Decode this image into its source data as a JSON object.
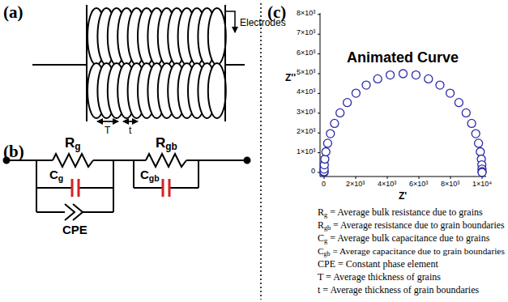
{
  "diagram": {
    "labels": [
      "(a)",
      "Electrodes",
      "T",
      "t",
      "(b)",
      "Rg",
      "Cg",
      "CPE",
      "Rgb",
      "Cgb",
      "(c)",
      "Animated Curve",
      "Z''",
      "8×10³",
      "7×10³",
      "6×10³",
      "5×10³",
      "4×10³",
      "3×10³",
      "2×10³",
      "1×10³",
      "0",
      "0",
      "2×10³",
      "4×10³",
      "6×10³",
      "8×10³",
      "1×10⁴",
      "Z'",
      "Rg = Average bulk resistance due to grains",
      "Rgb = Average resistance due to grain boundaries",
      "Cg = Average bulk capacitance due to grains",
      "Cgb = Average capacitance due to grain boundaries",
      "CPE = Constant phase element",
      "T = Average thickness of grains",
      "t = Average thickness  of grain boundaries"
    ]
  }
}
